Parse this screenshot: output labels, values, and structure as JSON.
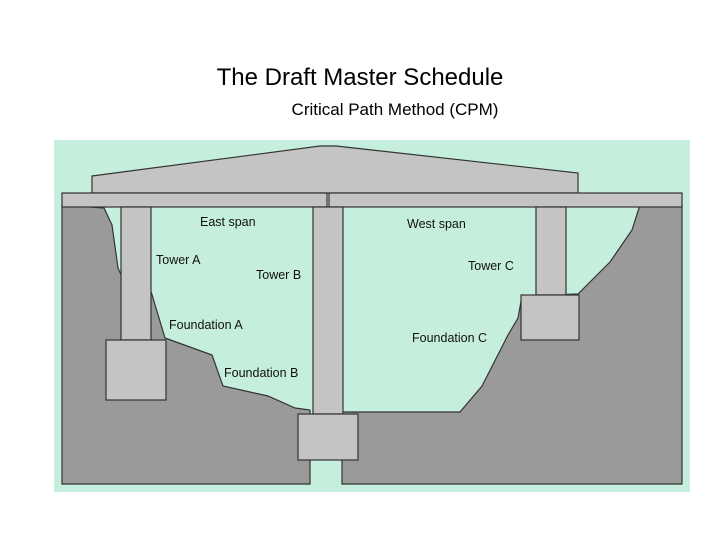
{
  "slide": {
    "title": "The Draft Master Schedule",
    "subtitle": "Critical Path Method (CPM)"
  },
  "colors": {
    "sky": "#c6eedd",
    "ground": "#9a9a9a",
    "structure": "#c4c4c4",
    "outline": "#333333"
  },
  "labels": {
    "east_span": "East span",
    "west_span": "West span",
    "tower_a": "Tower A",
    "tower_b": "Tower B",
    "tower_c": "Tower C",
    "foundation_a": "Foundation A",
    "foundation_b": "Foundation B",
    "foundation_c": "Foundation C"
  }
}
